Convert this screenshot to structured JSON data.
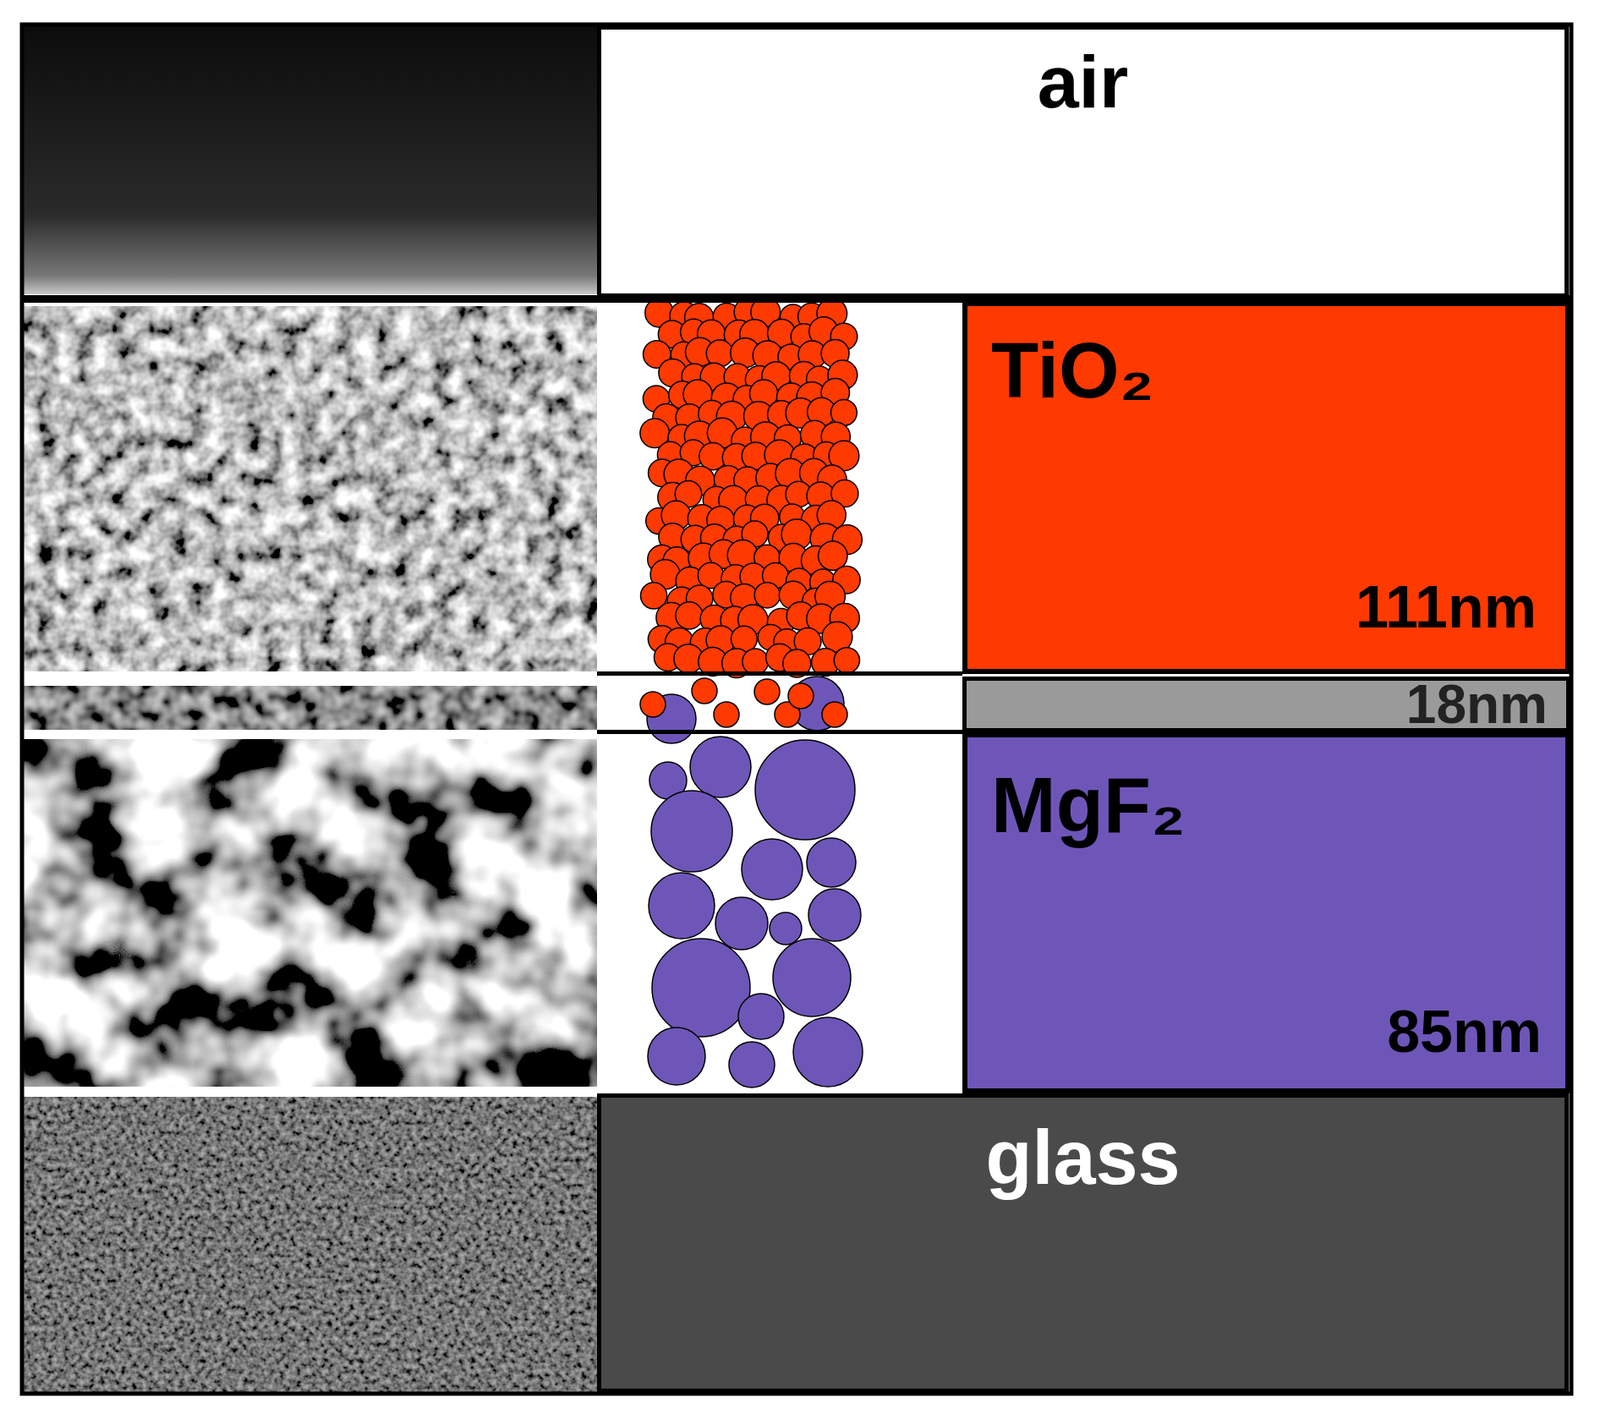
{
  "diagram": {
    "nodes": [
      {
        "text": [
          "air"
        ]
      },
      {
        "text": [
          "TiO₂",
          "111nm"
        ]
      },
      {
        "text": [
          "18nm"
        ]
      },
      {
        "text": [
          "MgF₂",
          "85nm"
        ]
      },
      {
        "text": [
          "glass"
        ]
      }
    ]
  }
}
